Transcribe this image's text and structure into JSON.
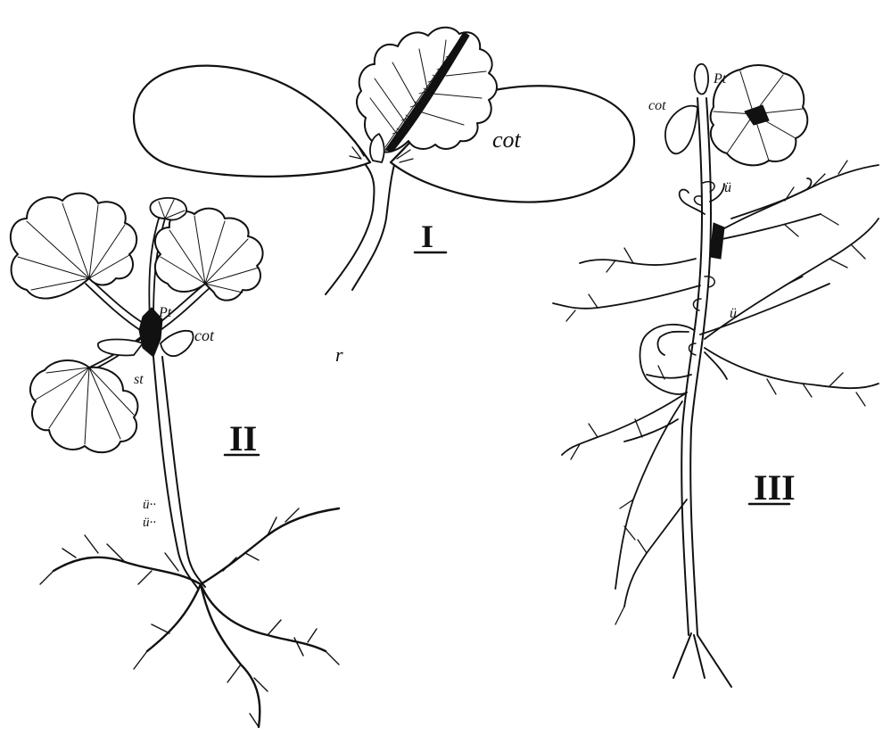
{
  "figure": {
    "labels": {
      "fig1_numeral": "I",
      "fig2_numeral": "II",
      "fig3_numeral": "III",
      "fig1_cot": "cot",
      "fig1_r": "r",
      "fig2_pt": "Pt",
      "fig2_cot": "cot",
      "fig2_st": "st",
      "fig2_u1": "ü··",
      "fig2_u2": "ü··",
      "fig3_cot": "cot",
      "fig3_pt": "Pt",
      "fig3_u1": "ü",
      "fig3_u2": "ü"
    },
    "colors": {
      "ink": "#111111",
      "paper": "#ffffff"
    }
  }
}
